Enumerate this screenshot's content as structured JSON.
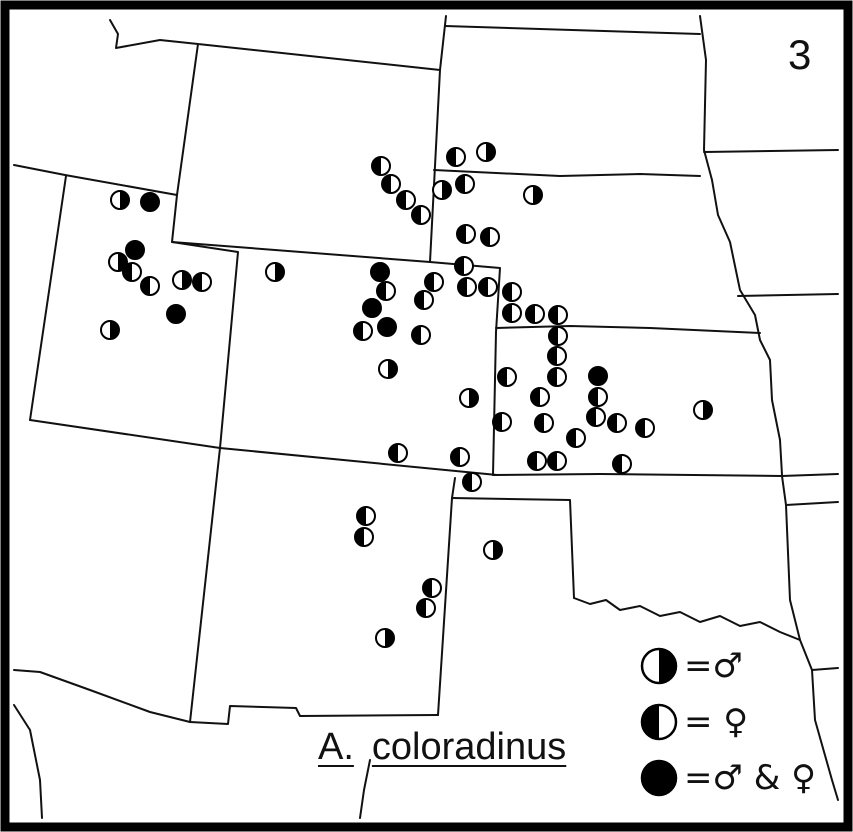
{
  "figure": {
    "number": "3",
    "caption_genus": "A.",
    "caption_species": "coloradinus"
  },
  "legend": {
    "items": [
      {
        "symbol": "half-right-filled",
        "label": "=♂"
      },
      {
        "symbol": "half-left-filled",
        "label": "= ♀"
      },
      {
        "symbol": "filled",
        "label": "=♂ & ♀"
      }
    ]
  }
}
